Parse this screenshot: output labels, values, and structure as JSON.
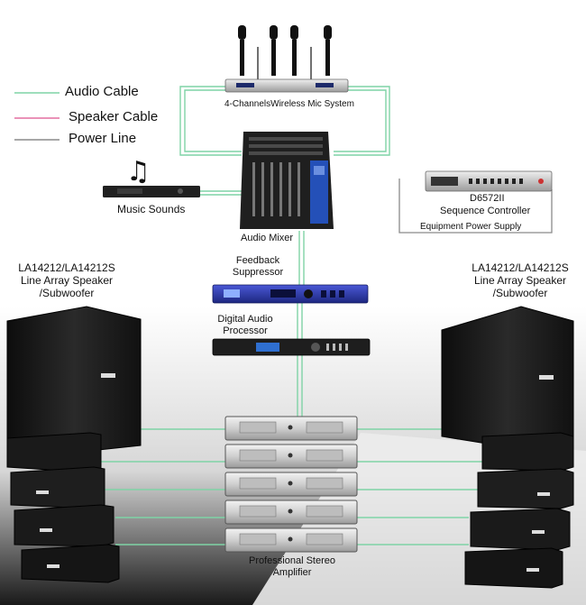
{
  "colors": {
    "audio_cable": "#7fd3a6",
    "speaker_cable": "#e46ea1",
    "power_line": "#8a8a8a",
    "device_dark": "#1c1c1c",
    "processor_blue": "#2d3aa8",
    "amp_silver": "#d9d9d9"
  },
  "legend": {
    "audio": "Audio Cable",
    "speaker": "Speaker Cable",
    "power": "Power Line"
  },
  "labels": {
    "mic_system": "4-ChannelsWireless Mic System",
    "music_sounds": "Music Sounds",
    "audio_mixer": "Audio Mixer",
    "sequence_model": "D6572II",
    "sequence_controller": "Sequence Controller",
    "equipment_power": "Equipment Power Supply",
    "feedback_1": "Feedback",
    "feedback_2": "Suppressor",
    "dap_1": "Digital Audio",
    "dap_2": "Processor",
    "amp_1": "Professional Stereo",
    "amp_2": "Amplifier",
    "left_speaker_1": "LA14212/LA14212S",
    "left_speaker_2": "Line Array Speaker",
    "left_speaker_3": "/Subwoofer",
    "right_speaker_1": "LA14212/LA14212S",
    "right_speaker_2": "Line Array Speaker",
    "right_speaker_3": "/Subwoofer"
  },
  "icons": {
    "music": "music-note-icon"
  }
}
